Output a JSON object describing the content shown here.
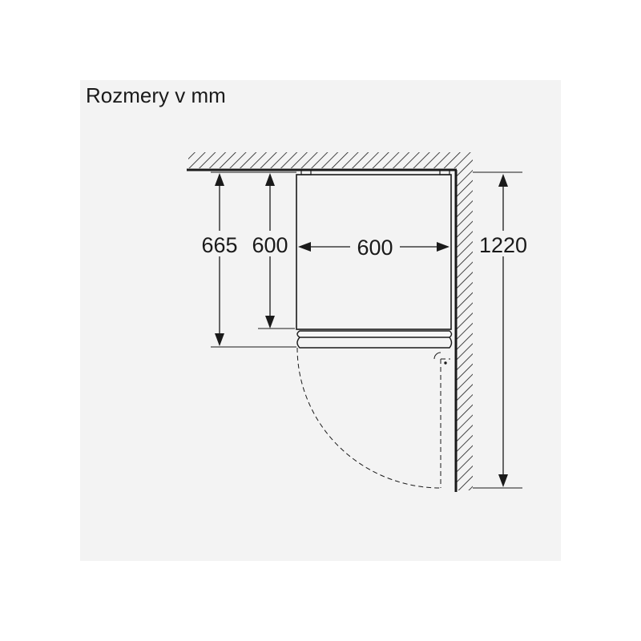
{
  "title": "Rozmery v mm",
  "dimensions": {
    "depth_with_door": "665",
    "depth_body": "600",
    "width": "600",
    "clearance": "1220"
  }
}
